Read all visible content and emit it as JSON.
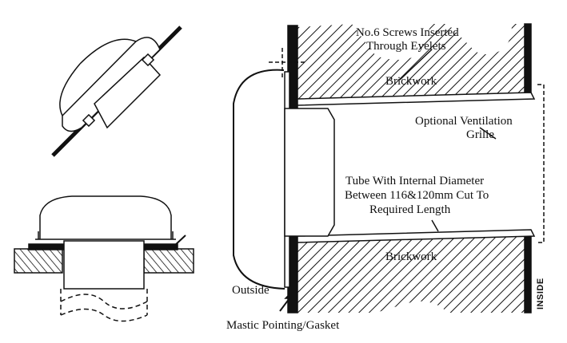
{
  "labels": {
    "screws_line1": "No.6 Screws Inserted",
    "screws_line2": "Through Eyelets",
    "brickwork_top": "Brickwork",
    "grille_line1": "Optional Ventilation",
    "grille_line2": "Grille",
    "tube_line1": "Tube With Internal Diameter",
    "tube_line2": "Between 116&120mm Cut To",
    "tube_line3": "Required Length",
    "brickwork_bottom": "Brickwork",
    "outside": "Outside",
    "inside": "INSIDE",
    "mastic": "Mastic Pointing/Gasket"
  }
}
